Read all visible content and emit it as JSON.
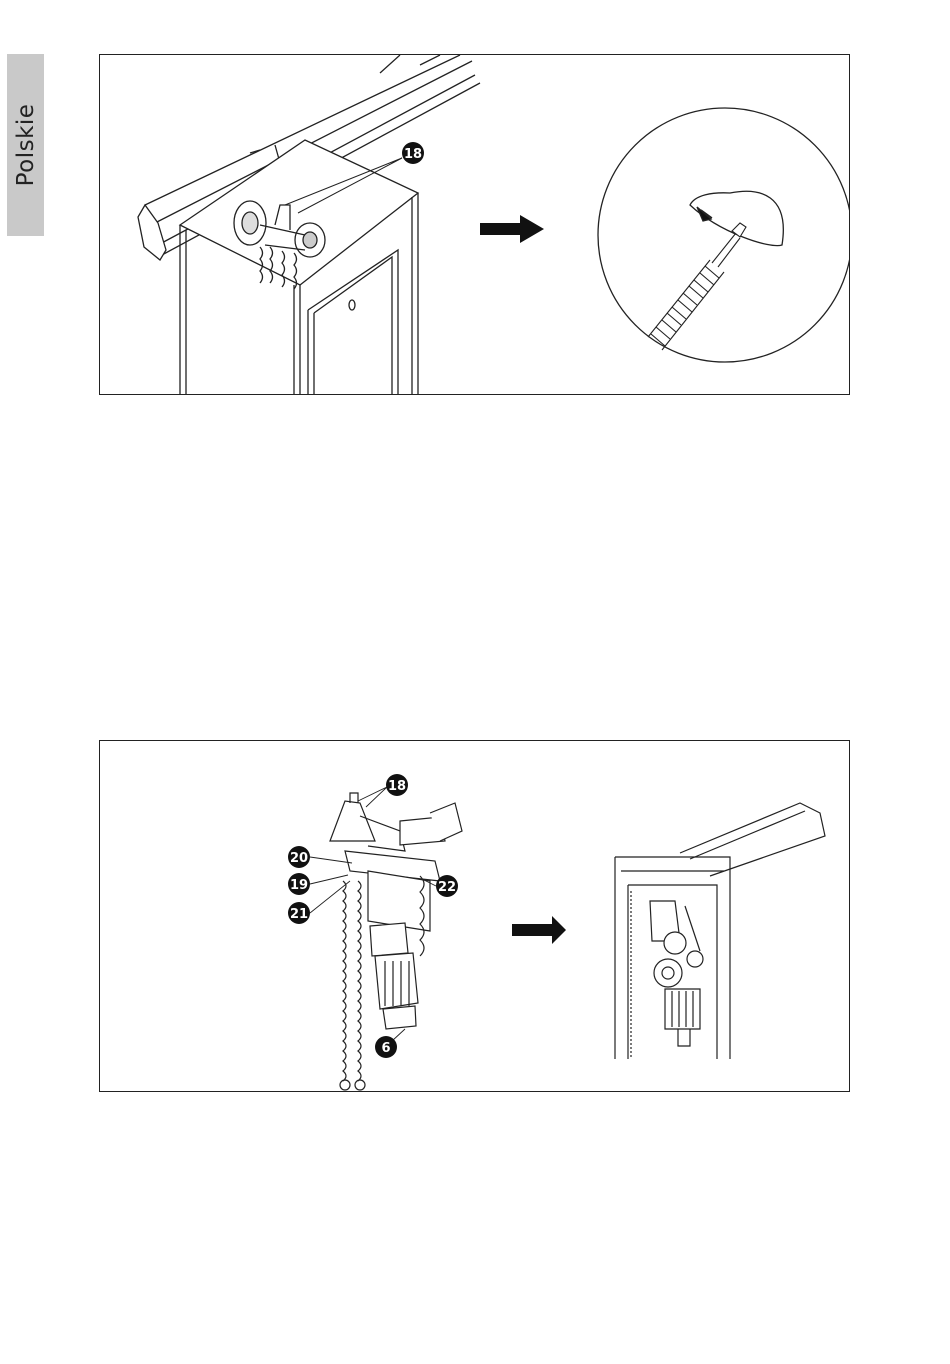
{
  "side_tab": {
    "label": "Polskie"
  },
  "figure1": {
    "callouts": [
      "18"
    ]
  },
  "figure2": {
    "callouts": [
      "18",
      "20",
      "19",
      "21",
      "22",
      "6"
    ]
  },
  "colors": {
    "tab_bg": "#c9c9c9",
    "line": "#222222"
  },
  "icons": {
    "arrow": "right-arrow-icon"
  }
}
